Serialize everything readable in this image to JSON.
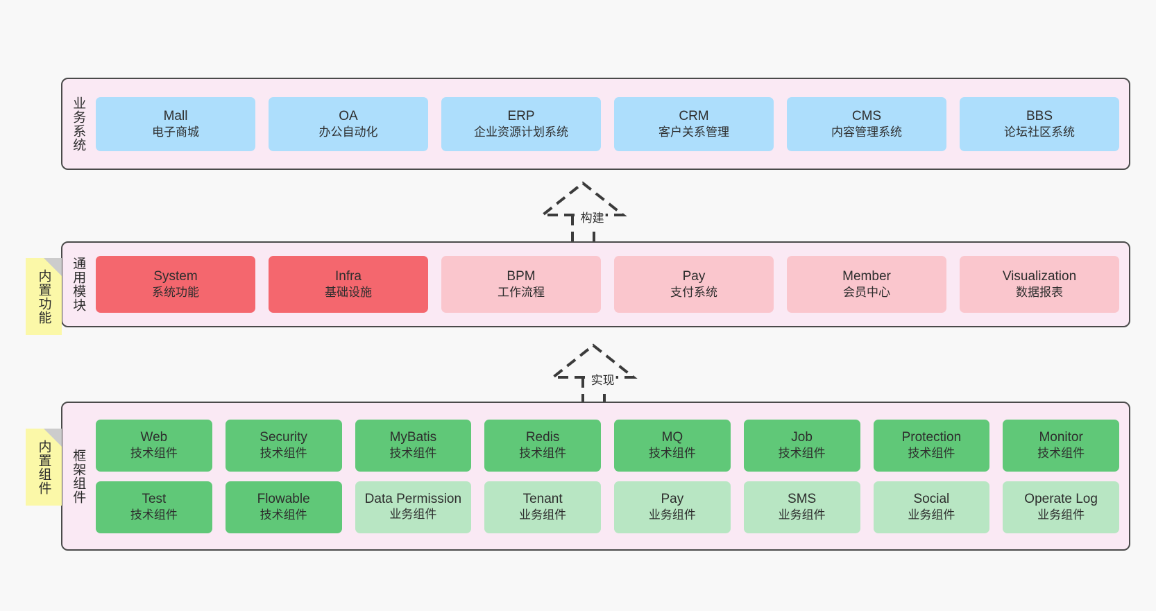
{
  "theme": {
    "background": "#f8f8f8",
    "layer_fill": "#fae9f4",
    "layer_border": "#4a4a4a",
    "blue": "#addefc",
    "red": "#f4676e",
    "pink": "#fac6cd",
    "green": "#60c878",
    "light_green": "#b8e6c3",
    "note_fill": "#fbf8a8",
    "note_fold": "#cccccc",
    "connector_stroke": "#3b3b3b"
  },
  "layers": [
    {
      "id": "business-system",
      "title": "业务系统",
      "rows": [
        {
          "id": "business-row",
          "nodes": [
            {
              "en": "Mall",
              "cn": "电子商城",
              "color": "blue"
            },
            {
              "en": "OA",
              "cn": "办公自动化",
              "color": "blue"
            },
            {
              "en": "ERP",
              "cn": "企业资源计划系统",
              "color": "blue"
            },
            {
              "en": "CRM",
              "cn": "客户关系管理",
              "color": "blue"
            },
            {
              "en": "CMS",
              "cn": "内容管理系统",
              "color": "blue"
            },
            {
              "en": "BBS",
              "cn": "论坛社区系统",
              "color": "blue"
            }
          ]
        }
      ]
    },
    {
      "id": "common-module",
      "title": "通用模块",
      "note": "内置功能",
      "rows": [
        {
          "id": "module-row",
          "nodes": [
            {
              "en": "System",
              "cn": "系统功能",
              "color": "red"
            },
            {
              "en": "Infra",
              "cn": "基础设施",
              "color": "red"
            },
            {
              "en": "BPM",
              "cn": "工作流程",
              "color": "pink"
            },
            {
              "en": "Pay",
              "cn": "支付系统",
              "color": "pink"
            },
            {
              "en": "Member",
              "cn": "会员中心",
              "color": "pink"
            },
            {
              "en": "Visualization",
              "cn": "数据报表",
              "color": "pink"
            }
          ]
        }
      ]
    },
    {
      "id": "framework-component",
      "title": "框架组件",
      "note": "内置组件",
      "rows": [
        {
          "id": "framework-tech-row",
          "nodes": [
            {
              "en": "Web",
              "cn": "技术组件",
              "color": "green"
            },
            {
              "en": "Security",
              "cn": "技术组件",
              "color": "green"
            },
            {
              "en": "MyBatis",
              "cn": "技术组件",
              "color": "green"
            },
            {
              "en": "Redis",
              "cn": "技术组件",
              "color": "green"
            },
            {
              "en": "MQ",
              "cn": "技术组件",
              "color": "green"
            },
            {
              "en": "Job",
              "cn": "技术组件",
              "color": "green"
            },
            {
              "en": "Protection",
              "cn": "技术组件",
              "color": "green"
            },
            {
              "en": "Monitor",
              "cn": "技术组件",
              "color": "green"
            }
          ]
        },
        {
          "id": "framework-biz-row",
          "nodes": [
            {
              "en": "Test",
              "cn": "技术组件",
              "color": "green"
            },
            {
              "en": "Flowable",
              "cn": "技术组件",
              "color": "green"
            },
            {
              "en": "Data Permission",
              "cn": "业务组件",
              "color": "lightgreen"
            },
            {
              "en": "Tenant",
              "cn": "业务组件",
              "color": "lightgreen"
            },
            {
              "en": "Pay",
              "cn": "业务组件",
              "color": "lightgreen"
            },
            {
              "en": "SMS",
              "cn": "业务组件",
              "color": "lightgreen"
            },
            {
              "en": "Social",
              "cn": "业务组件",
              "color": "lightgreen"
            },
            {
              "en": "Operate Log",
              "cn": "业务组件",
              "color": "lightgreen"
            }
          ]
        }
      ]
    }
  ],
  "connectors": [
    {
      "id": "connector-build",
      "label": "构建"
    },
    {
      "id": "connector-implement",
      "label": "实现"
    }
  ]
}
